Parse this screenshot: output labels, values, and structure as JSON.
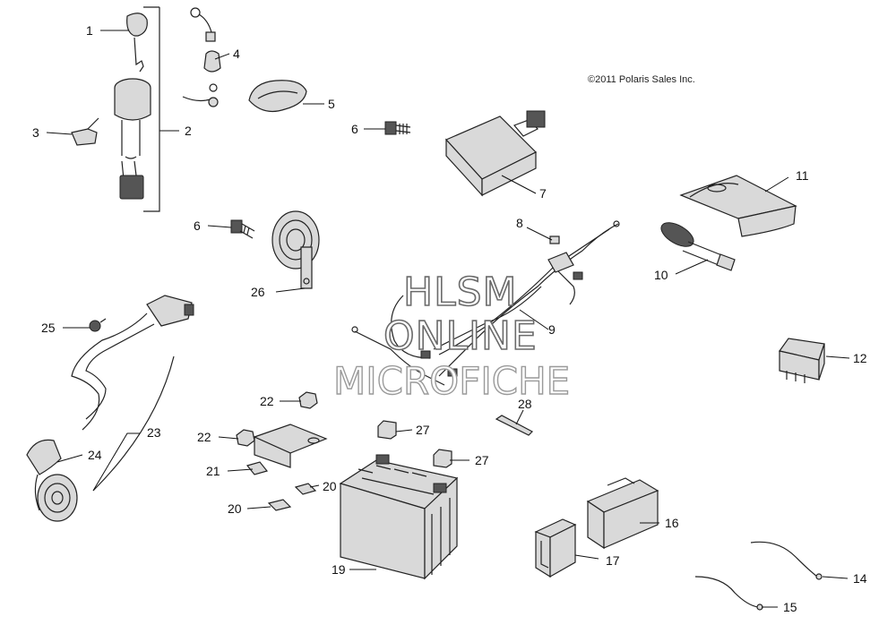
{
  "copyright": "©2011 Polaris Sales Inc.",
  "watermark": {
    "line1": "HLSM",
    "line2": "ONLINE",
    "line3": "MICROFICHE"
  },
  "callouts": {
    "c1": "1",
    "c2": "2",
    "c3": "3",
    "c4": "4",
    "c5": "5",
    "c6a": "6",
    "c6b": "6",
    "c7": "7",
    "c8": "8",
    "c9": "9",
    "c10": "10",
    "c11": "11",
    "c12": "12",
    "c14": "14",
    "c15": "15",
    "c16": "16",
    "c17": "17",
    "c19": "19",
    "c20a": "20",
    "c20b": "20",
    "c21": "21",
    "c22a": "22",
    "c22b": "22",
    "c23": "23",
    "c24": "24",
    "c25": "25",
    "c26": "26",
    "c27a": "27",
    "c27b": "27",
    "c28": "28"
  }
}
